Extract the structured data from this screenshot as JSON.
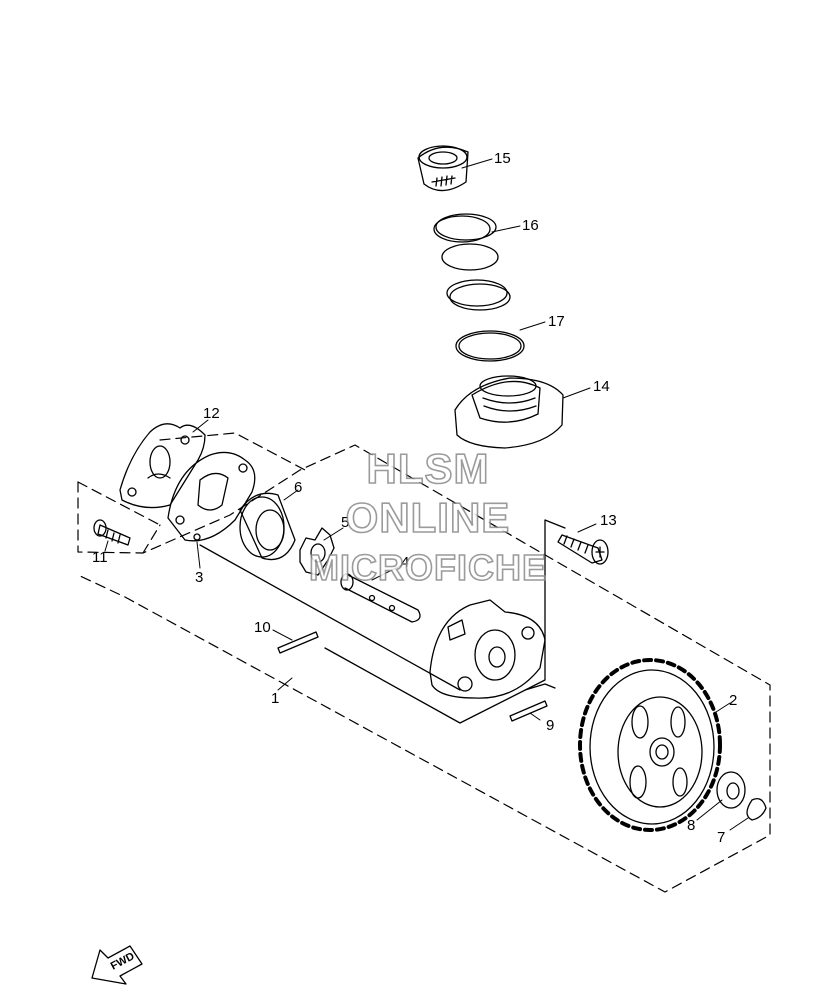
{
  "callouts": {
    "c1": "1",
    "c2": "2",
    "c3": "3",
    "c4": "4",
    "c5": "5",
    "c6": "6",
    "c7": "7",
    "c8": "8",
    "c9": "9",
    "c10": "10",
    "c11": "11",
    "c12": "12",
    "c13": "13",
    "c14": "14",
    "c15": "15",
    "c16": "16",
    "c17": "17"
  },
  "watermark": {
    "line1": "HLSM",
    "line2": "ONLINE",
    "line3": "MICROFICHE"
  },
  "direction_arrow": {
    "label": "FWD"
  }
}
